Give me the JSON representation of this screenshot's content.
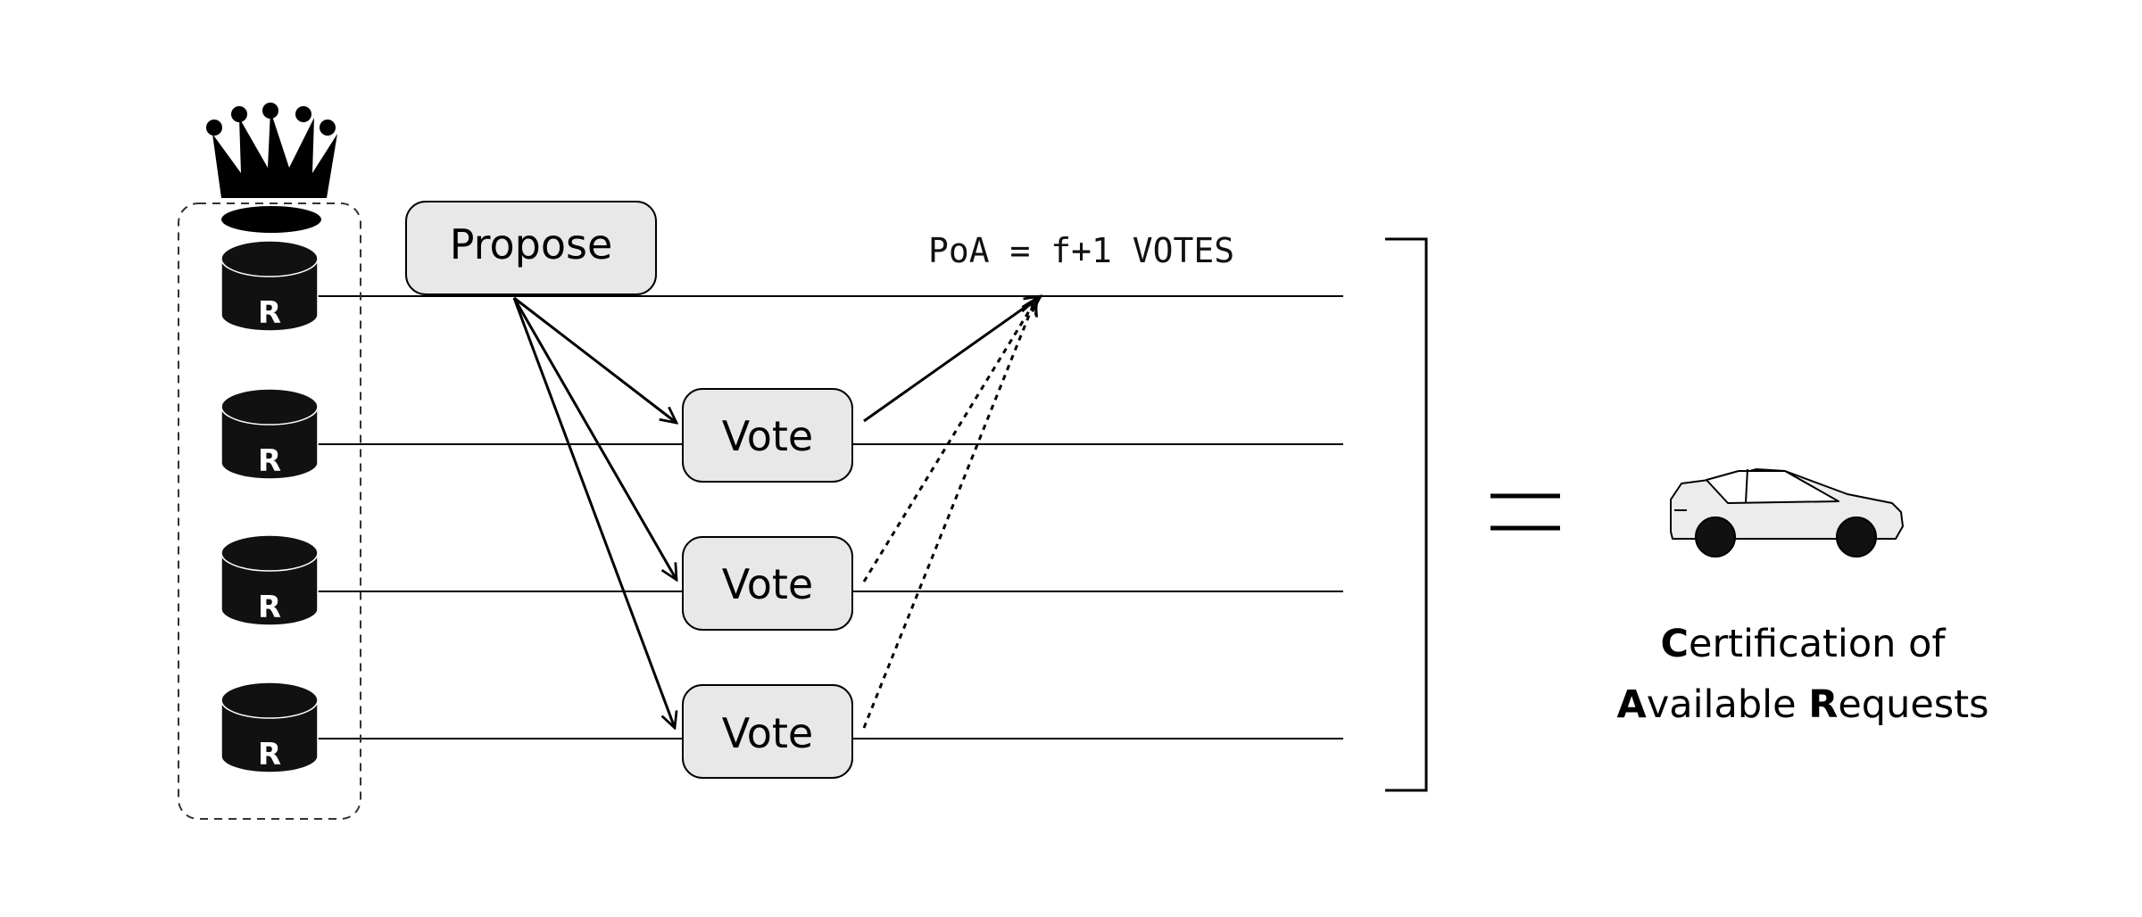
{
  "propose": {
    "label": "Propose"
  },
  "votes": [
    {
      "label": "Vote"
    },
    {
      "label": "Vote"
    },
    {
      "label": "Vote"
    }
  ],
  "replica_label": "R",
  "poa_label": "PoA = f+1 VOTES",
  "caption": {
    "line1_initial": "C",
    "line1_rest": "ertification of",
    "line2_a_initial": "A",
    "line2_a_rest": "vailable ",
    "line2_b_initial": "R",
    "line2_b_rest": "equests"
  },
  "icons": {
    "leader": "crown-icon",
    "replica": "database-icon",
    "result": "car-icon",
    "equals": "equals-icon"
  },
  "colors": {
    "box_fill": "#e8e8e8",
    "db_fill": "#111111",
    "stroke": "#000000"
  }
}
